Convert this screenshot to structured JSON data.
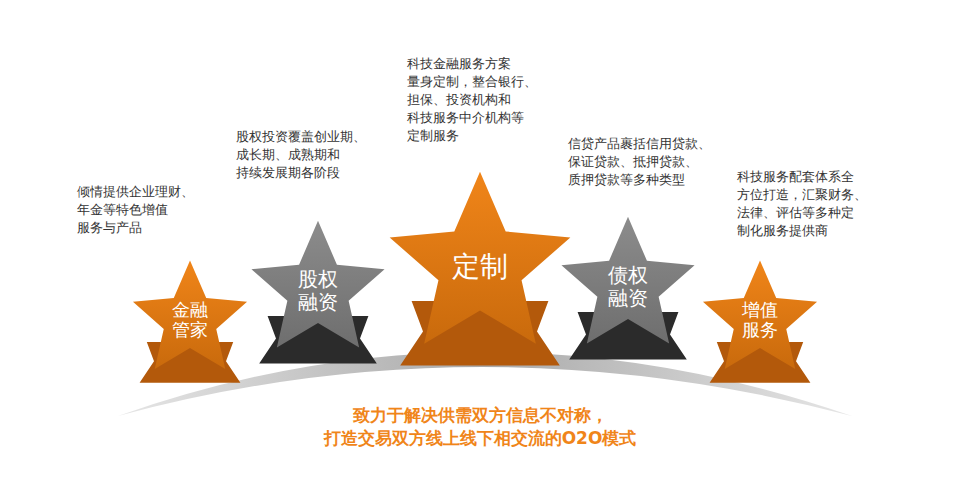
{
  "diagram": {
    "caption": "致力于解决供需双方信息不对称， 打造交易双方线上线下相交流的O2O模式",
    "nodes": [
      {
        "text": [
          "金融 管家",
          "倾情提供企业理财、 年金等特色增值 服务与产品"
        ]
      },
      {
        "text": [
          "股权 融资",
          "股权投资覆盖创业期、 成长期、成熟期和 持续发展期各阶段"
        ]
      },
      {
        "text": [
          "定制",
          "科技金融服务方案 量身定制，整合银行、 担保、投资机构和 科技服务中介机构等 定制服务"
        ]
      },
      {
        "text": [
          "债权 融资",
          "信贷产品裹括信用贷款、 保证贷款、抵押贷款、 质押贷款等多种类型"
        ]
      },
      {
        "text": [
          "增值 服务",
          "科技服务配套体系全 方位打造，汇聚财务、 法律、评估等多种定 制化服务提供商"
        ]
      }
    ]
  }
}
